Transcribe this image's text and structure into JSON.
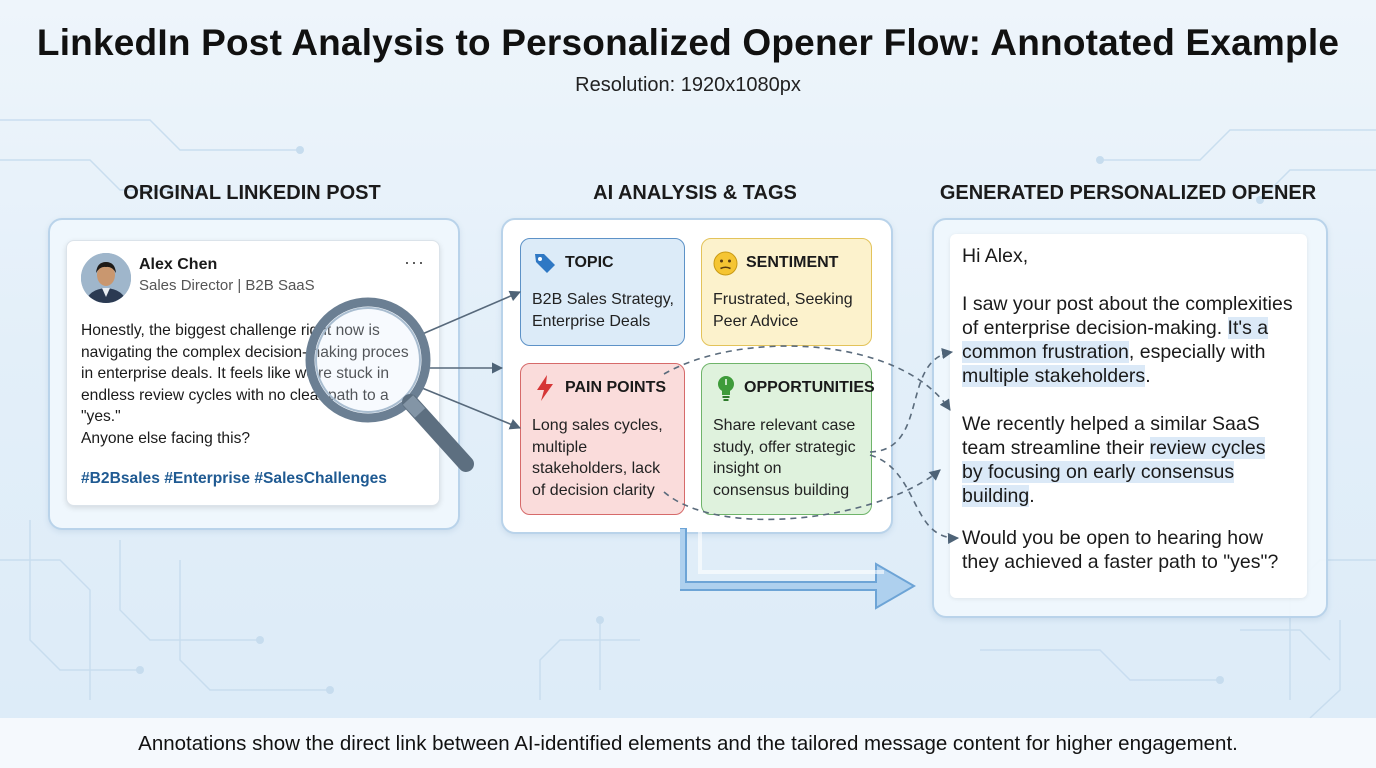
{
  "title": "LinkedIn Post Analysis to Personalized Opener Flow: Annotated Example",
  "subtitle": "Resolution: 1920x1080px",
  "columns": {
    "original": "ORIGINAL LINKEDIN POST",
    "analysis": "AI ANALYSIS & TAGS",
    "opener": "GENERATED PERSONALIZED OPENER"
  },
  "post": {
    "author": "Alex Chen",
    "role": "Sales Director | B2B SaaS",
    "more": "···",
    "body": [
      "Honestly, the biggest challenge right now is",
      "navigating the complex decision-making proces",
      "in enterprise deals. It feels like we're stuck in",
      "endless review cycles with no clear path to a",
      "\"yes.\"",
      "Anyone else facing this?"
    ],
    "hashtags": "#B2Bsales #Enterprise #SalesChallenges"
  },
  "analysis": {
    "topic": {
      "title": "TOPIC",
      "icon": "tag-icon",
      "lines": [
        "B2B Sales Strategy,",
        "Enterprise Deals"
      ]
    },
    "sentiment": {
      "title": "SENTIMENT",
      "icon": "confused-face-icon",
      "lines": [
        "Frustrated, Seeking",
        "Peer Advice"
      ]
    },
    "pain_points": {
      "title": "PAIN POINTS",
      "icon": "lightning-icon",
      "lines": [
        "Long sales cycles,",
        "multiple",
        "stakeholders, lack",
        "of decision clarity"
      ]
    },
    "opportunities": {
      "title": "OPPORTUNITIES",
      "icon": "lightbulb-icon",
      "lines": [
        "Share relevant case",
        "study, offer strategic",
        "insight on",
        "consensus building"
      ]
    }
  },
  "opener": {
    "greeting": "Hi Alex,",
    "p1": [
      "I saw your post about the complexities",
      "of enterprise decision-making. ",
      "It's a",
      "common frustration",
      ", especially with",
      "multiple stakeholders",
      "."
    ],
    "p2": [
      "We recently helped a similar SaaS",
      "team streamline their ",
      "review cycles",
      "by focusing on early consensus",
      "building",
      "."
    ],
    "p3": [
      "Would you be open to hearing how",
      "they achieved a faster path to \"yes\"?"
    ]
  },
  "footer": "Annotations show the direct link between AI-identified elements and the tailored message content for higher engagement.",
  "colors": {
    "topic": "#dcebf8",
    "sentiment": "#fcf2cc",
    "pain_points": "#fadcdb",
    "opportunities": "#dff2dd",
    "highlight": "#dbe9f7",
    "hashtag": "#1f5a92"
  }
}
